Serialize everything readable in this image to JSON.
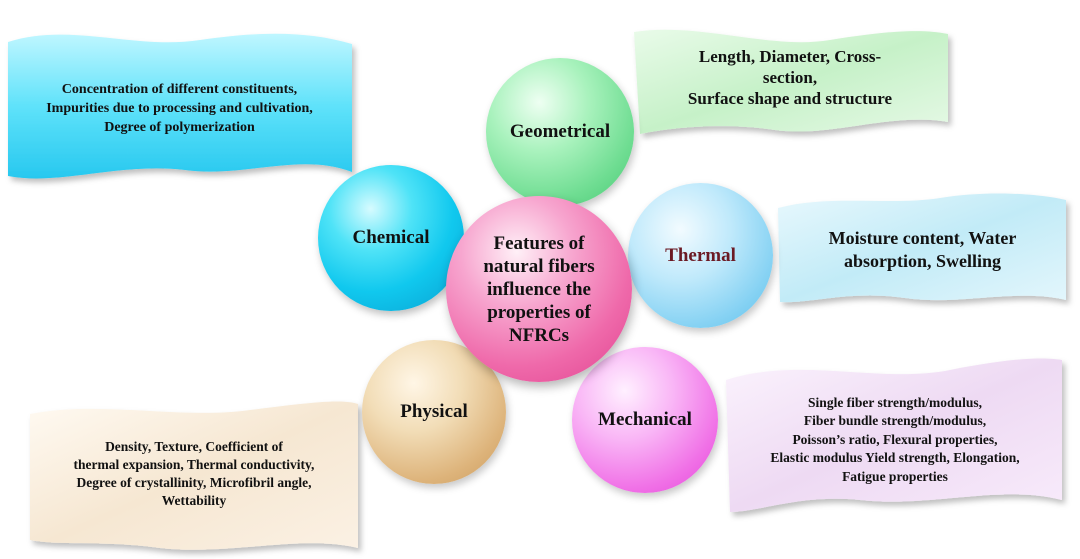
{
  "center": {
    "lines": [
      "Features of",
      "natural fibers",
      "influence the",
      "properties of",
      "NFRCs"
    ]
  },
  "nodes": {
    "chemical": {
      "label": "Chemical"
    },
    "geometrical": {
      "label": "Geometrical"
    },
    "thermal": {
      "label": "Thermal"
    },
    "physical": {
      "label": "Physical"
    },
    "mechanical": {
      "label": "Mechanical"
    }
  },
  "banners": {
    "chemical": {
      "lines": [
        "Concentration of different constituents,",
        "Impurities due to processing and cultivation,",
        "Degree of polymerization"
      ]
    },
    "geometrical": {
      "lines": [
        "Length, Diameter, Cross-",
        "section,",
        "Surface shape and structure"
      ]
    },
    "thermal": {
      "lines": [
        "Moisture content, Water",
        "absorption, Swelling"
      ]
    },
    "physical": {
      "lines": [
        "Density, Texture, Coefficient of",
        "thermal expansion, Thermal conductivity,",
        "Degree of crystallinity, Microfibril angle,",
        "Wettability"
      ]
    },
    "mechanical": {
      "lines": [
        "Single fiber strength/modulus,",
        "Fiber bundle strength/modulus,",
        "Poisson’s ratio, Flexural properties,",
        "Elastic modulus Yield strength, Elongation,",
        "Fatigue properties"
      ]
    }
  },
  "colors": {
    "chemical": "#12c8ee",
    "geometrical": "#6fdd92",
    "thermal": "#86d2f3",
    "center": "#ef69aa",
    "physical": "#ddb37a",
    "mechanical": "#f06fe6"
  }
}
